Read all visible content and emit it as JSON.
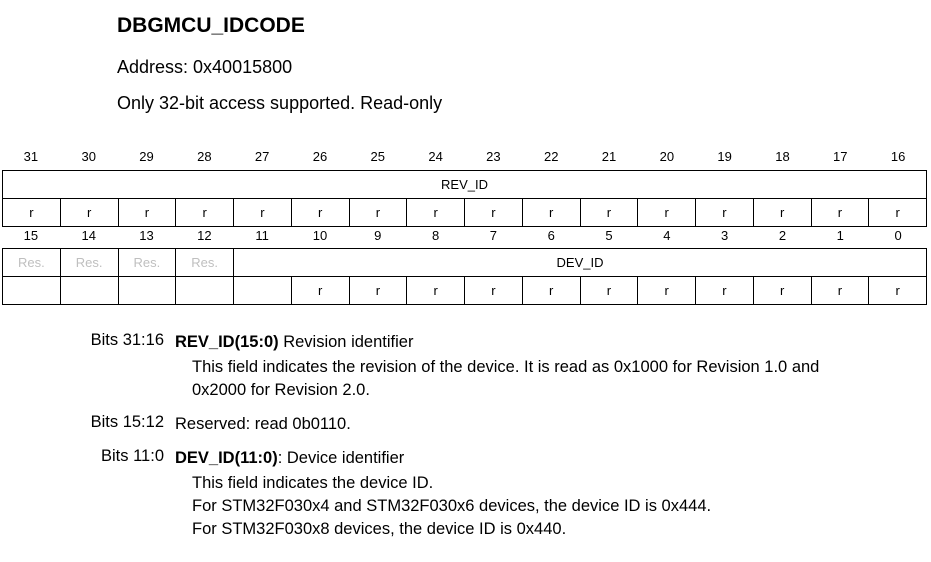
{
  "register": {
    "name": "DBGMCU_IDCODE",
    "address": "Address: 0x40015800",
    "access": "Only 32-bit access supported. Read-only"
  },
  "upper_bits": [
    "31",
    "30",
    "29",
    "28",
    "27",
    "26",
    "25",
    "24",
    "23",
    "22",
    "21",
    "20",
    "19",
    "18",
    "17",
    "16"
  ],
  "upper_field": "REV_ID",
  "upper_access": [
    "r",
    "r",
    "r",
    "r",
    "r",
    "r",
    "r",
    "r",
    "r",
    "r",
    "r",
    "r",
    "r",
    "r",
    "r",
    "r"
  ],
  "lower_bits": [
    "15",
    "14",
    "13",
    "12",
    "11",
    "10",
    "9",
    "8",
    "7",
    "6",
    "5",
    "4",
    "3",
    "2",
    "1",
    "0"
  ],
  "lower_reserved": [
    "Res.",
    "Res.",
    "Res.",
    "Res."
  ],
  "lower_field": "DEV_ID",
  "lower_access": [
    "",
    "",
    "",
    "",
    "",
    "r",
    "r",
    "r",
    "r",
    "r",
    "r",
    "r",
    "r",
    "r",
    "r",
    "r"
  ],
  "descriptions": [
    {
      "bits": "Bits 31:16",
      "field": "REV_ID(15:0)",
      "field_suffix": " Revision identifier",
      "lines": [
        "This field indicates the revision of the device. It is read as 0x1000 for Revision 1.0 and",
        "0x2000 for Revision 2.0."
      ]
    },
    {
      "bits": "Bits 15:12",
      "text": "Reserved: read 0b0110."
    },
    {
      "bits": "Bits 11:0",
      "field": "DEV_ID(11:0)",
      "field_suffix": ": Device identifier",
      "lines": [
        "This field indicates the device ID.",
        "For STM32F030x4 and STM32F030x6 devices, the device ID is 0x444.",
        "For STM32F030x8 devices, the device ID is 0x440."
      ]
    }
  ]
}
